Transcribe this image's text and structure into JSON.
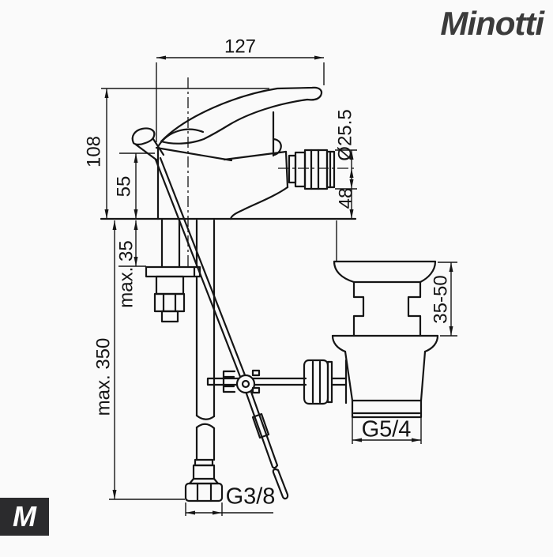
{
  "brand": {
    "logo_text": "Minotti",
    "badge_letter": "M"
  },
  "dimensions": {
    "total_width": "127",
    "height_to_spout": "108",
    "knob_height": "55",
    "aerator_diameter": "Ø25.5",
    "spout_outlet_height": "48",
    "mounting_thickness": "max. 35",
    "hose_length": "max. 350",
    "drain_mount_range": "35-50",
    "drain_thread": "G5/4",
    "supply_thread": "G3/8"
  },
  "colors": {
    "line": "#151515",
    "background": "#fafafa",
    "logo": "#3b3b3b",
    "badge_background": "#2b2b2d",
    "badge_text": "#ffffff"
  }
}
